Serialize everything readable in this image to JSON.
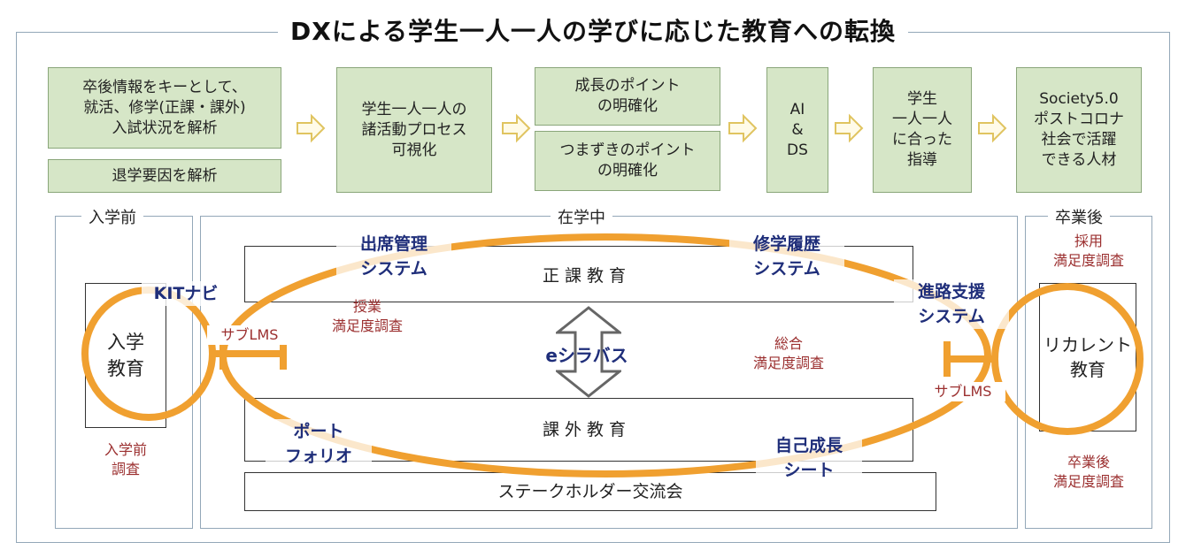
{
  "title": "DXによる学生一人一人の学びに応じた教育への転換",
  "top_flow": {
    "box1": "卒後情報をキーとして、\n就活、修学(正課・課外)\n入試状況を解析",
    "box1b": "退学要因を解析",
    "box2": "学生一人一人の\n諸活動プロセス\n可視化",
    "box3a": "成長のポイント\nの明確化",
    "box3b": "つまずきのポイント\nの明確化",
    "box4": "AI\n&\nDS",
    "box5": "学生\n一人一人\nに合った\n指導",
    "box6": "Society5.0\nポストコロナ\n社会で活躍\nできる人材"
  },
  "sections": {
    "before": "入学前",
    "during": "在学中",
    "after": "卒業後"
  },
  "before": {
    "box": "入学\n教育",
    "kit": "KITナビ",
    "survey": "入学前\n調査"
  },
  "during": {
    "regular": "正 課 教 育",
    "extra": "課 外 教 育",
    "stakeholder": "ステークホルダー交流会",
    "attendance": "出席管理\nシステム",
    "record": "修学履歴\nシステム",
    "career": "進路支援\nシステム",
    "portfolio": "ポート\nフォリオ",
    "growth": "自己成長\nシート",
    "syllabus": "eシラバス",
    "class_survey": "授業\n満足度調査",
    "overall_survey": "総合\n満足度調査",
    "sublms_left": "サブLMS",
    "sublms_right": "サブLMS"
  },
  "after": {
    "recruit": "採用\n満足度調査",
    "box": "リカレント\n教育",
    "grad_survey": "卒業後\n満足度調査"
  },
  "colors": {
    "green_fill": "#d6e6c7",
    "orange": "#f0a030",
    "navy": "#1f2e7a",
    "dark_red": "#9b2f2f"
  }
}
